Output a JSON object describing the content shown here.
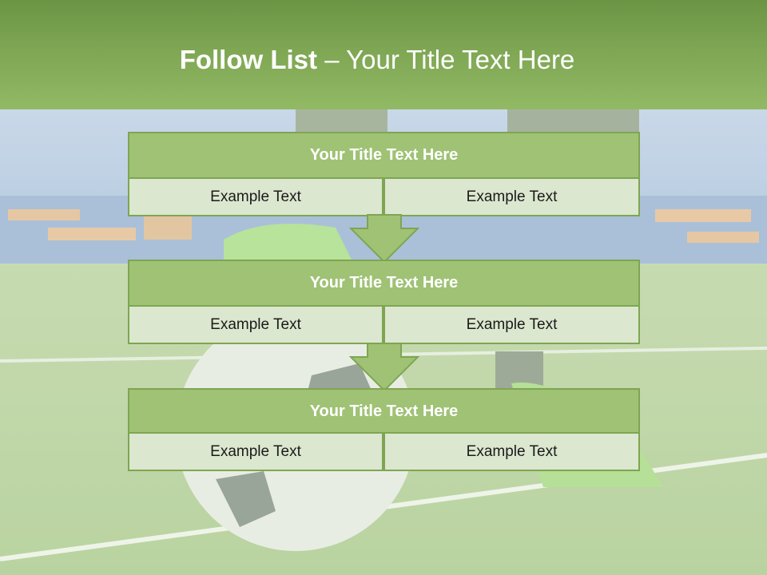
{
  "title": {
    "bold": "Follow List",
    "rest": " – Your Title Text Here"
  },
  "blocks": [
    {
      "heading": "Your Title Text Here",
      "left": "Example Text",
      "right": "Example Text"
    },
    {
      "heading": "Your Title Text Here",
      "left": "Example Text",
      "right": "Example Text"
    },
    {
      "heading": "Your Title Text Here",
      "left": "Example Text",
      "right": "Example Text"
    }
  ],
  "colors": {
    "header": "#7ea653",
    "block_title": "#9fc275",
    "cell": "#dbe7cf",
    "border": "#7fa552"
  }
}
